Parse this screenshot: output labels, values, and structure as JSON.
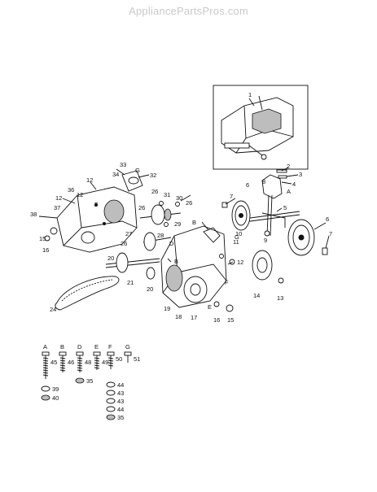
{
  "watermark": "AppliancePartsPros.com",
  "callouts": [
    {
      "id": "c1",
      "text": "1"
    },
    {
      "id": "c2",
      "text": "2"
    },
    {
      "id": "c3",
      "text": "3"
    },
    {
      "id": "c4",
      "text": "4"
    },
    {
      "id": "c5",
      "text": "5"
    },
    {
      "id": "c6a",
      "text": "6"
    },
    {
      "id": "c6b",
      "text": "6"
    },
    {
      "id": "c7a",
      "text": "7"
    },
    {
      "id": "c7b",
      "text": "7"
    },
    {
      "id": "c8",
      "text": "8"
    },
    {
      "id": "c9",
      "text": "9"
    },
    {
      "id": "c10",
      "text": "10"
    },
    {
      "id": "c11",
      "text": "11"
    },
    {
      "id": "c12a",
      "text": "12"
    },
    {
      "id": "c12b",
      "text": "12"
    },
    {
      "id": "c12c",
      "text": "12"
    },
    {
      "id": "c12d",
      "text": "12"
    },
    {
      "id": "c13",
      "text": "13"
    },
    {
      "id": "c14",
      "text": "14"
    },
    {
      "id": "c15a",
      "text": "15"
    },
    {
      "id": "c15b",
      "text": "15"
    },
    {
      "id": "c16a",
      "text": "16"
    },
    {
      "id": "c16b",
      "text": "16"
    },
    {
      "id": "c17",
      "text": "17"
    },
    {
      "id": "c18",
      "text": "18"
    },
    {
      "id": "c19",
      "text": "19"
    },
    {
      "id": "c20a",
      "text": "20"
    },
    {
      "id": "c20b",
      "text": "20"
    },
    {
      "id": "c21",
      "text": "21"
    },
    {
      "id": "c24",
      "text": "24"
    },
    {
      "id": "c26a",
      "text": "26"
    },
    {
      "id": "c26b",
      "text": "26"
    },
    {
      "id": "c26c",
      "text": "26"
    },
    {
      "id": "c26d",
      "text": "26"
    },
    {
      "id": "c27",
      "text": "27"
    },
    {
      "id": "c28",
      "text": "28"
    },
    {
      "id": "c29",
      "text": "29"
    },
    {
      "id": "c30",
      "text": "30"
    },
    {
      "id": "c31",
      "text": "31"
    },
    {
      "id": "c32",
      "text": "32"
    },
    {
      "id": "c33",
      "text": "33"
    },
    {
      "id": "c34",
      "text": "34"
    },
    {
      "id": "c36",
      "text": "36"
    },
    {
      "id": "c37",
      "text": "37"
    },
    {
      "id": "c38",
      "text": "38"
    },
    {
      "id": "c39",
      "text": "39"
    },
    {
      "id": "c40",
      "text": "40"
    },
    {
      "id": "c43a",
      "text": "43"
    },
    {
      "id": "c43b",
      "text": "43"
    },
    {
      "id": "c44a",
      "text": "44"
    },
    {
      "id": "c44b",
      "text": "44"
    },
    {
      "id": "c45",
      "text": "45"
    },
    {
      "id": "c46",
      "text": "46"
    },
    {
      "id": "c48",
      "text": "48"
    },
    {
      "id": "c49",
      "text": "49"
    },
    {
      "id": "c50",
      "text": "50"
    },
    {
      "id": "c51",
      "text": "51"
    },
    {
      "id": "c35a",
      "text": "35"
    },
    {
      "id": "c35b",
      "text": "35"
    },
    {
      "id": "lA1",
      "text": "A"
    },
    {
      "id": "lB1",
      "text": "B"
    },
    {
      "id": "lB2",
      "text": "B"
    },
    {
      "id": "lD1",
      "text": "D"
    },
    {
      "id": "lE1",
      "text": "E"
    },
    {
      "id": "lF1",
      "text": "F"
    },
    {
      "id": "lF2",
      "text": "F"
    },
    {
      "id": "lG1",
      "text": "G"
    },
    {
      "id": "lG2",
      "text": "G"
    },
    {
      "id": "lA2",
      "text": "A"
    },
    {
      "id": "lB3",
      "text": "B"
    },
    {
      "id": "lD2",
      "text": "D"
    },
    {
      "id": "lE2",
      "text": "E"
    },
    {
      "id": "lF3",
      "text": "F"
    },
    {
      "id": "lG3",
      "text": "G"
    }
  ]
}
